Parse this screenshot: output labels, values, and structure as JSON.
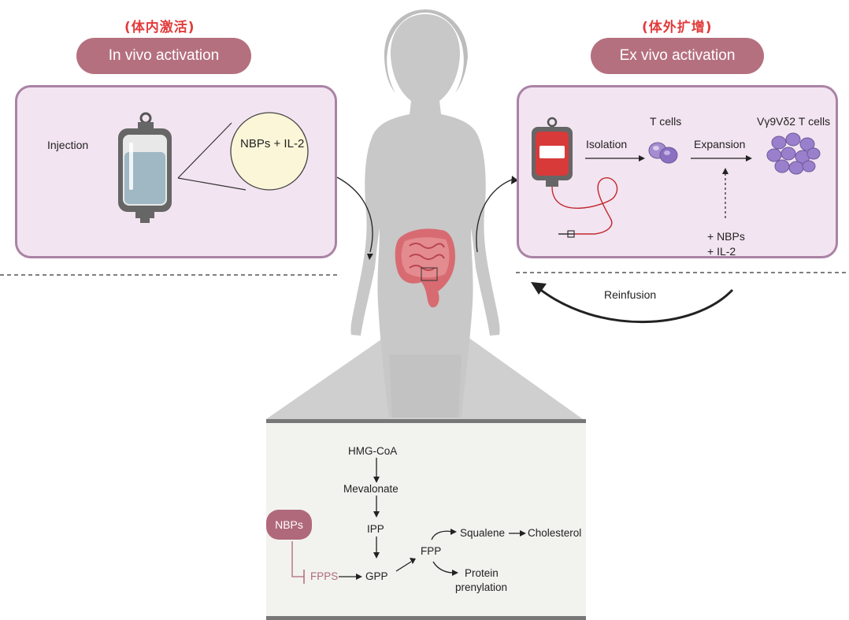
{
  "left": {
    "cn_title": "(体内激活)",
    "pill": "In vivo activation",
    "injection": "Injection",
    "bubble": "NBPs + IL-2"
  },
  "right": {
    "cn_title": "(体外扩增)",
    "pill": "Ex vivo activation",
    "isolation": "Isolation",
    "t_cells": "T cells",
    "expansion": "Expansion",
    "vd2_cells": "Vγ9Vδ2 T cells",
    "add_nbps": "+ NBPs",
    "add_il2": "+ IL-2"
  },
  "reinfusion": "Reinfusion",
  "pathway": {
    "hmg": "HMG-CoA",
    "mevalonate": "Mevalonate",
    "ipp": "IPP",
    "gpp": "GPP",
    "fpp": "FPP",
    "fpps": "FPPS",
    "squalene": "Squalene",
    "cholesterol": "Cholesterol",
    "protein1": "Protein",
    "protein2": "prenylation",
    "nbps": "NBPs"
  },
  "colors": {
    "cn_red": "#e23b3b",
    "pill": "#b5707f",
    "panel_bg": "#f3e4f1",
    "panel_border": "#a983a5",
    "silhouette": "#c9c9c9",
    "fpps": "#b0697b"
  }
}
